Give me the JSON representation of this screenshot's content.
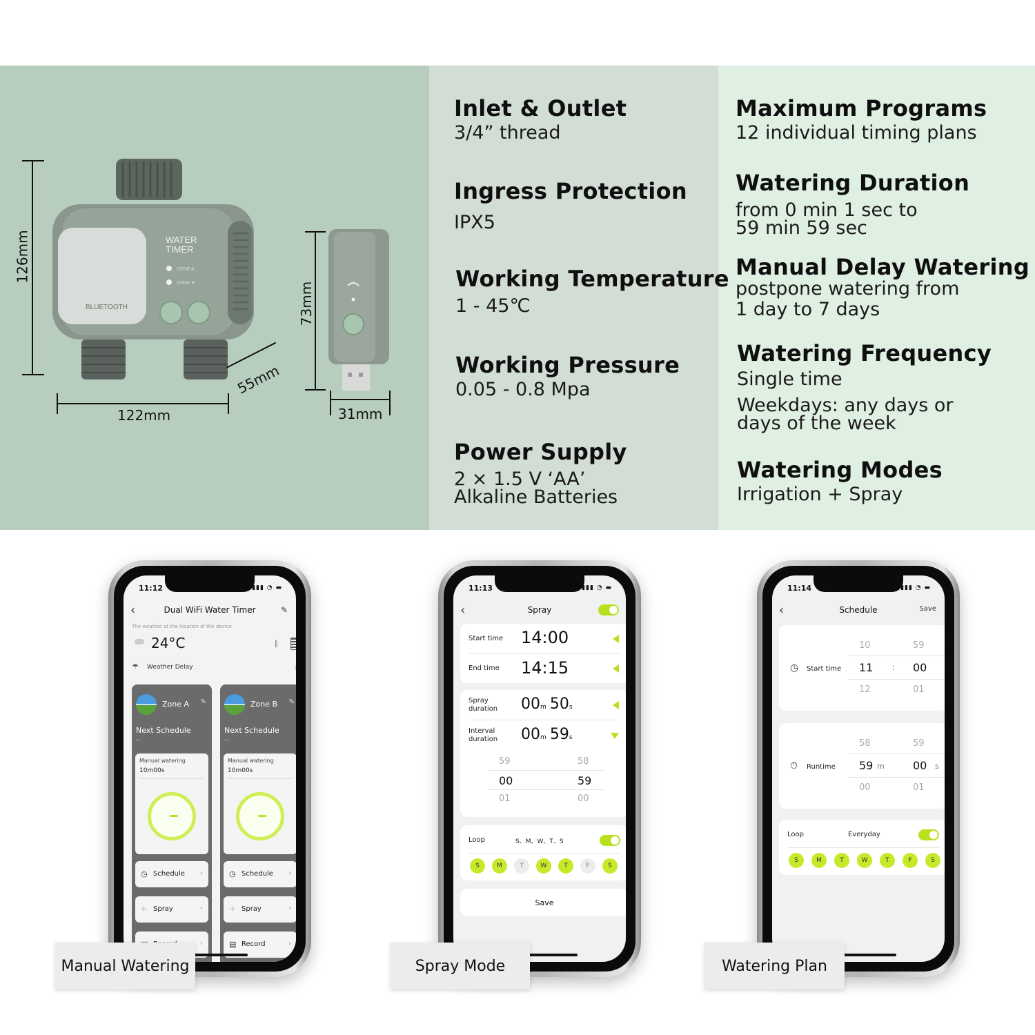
{
  "device_dimensions": {
    "height": "126mm",
    "width": "122mm",
    "depth": "55mm",
    "gateway_height": "73mm",
    "gateway_width": "31mm",
    "label_water": "WATER",
    "label_timer": "TIMER",
    "label_zone_a": "ZONE A",
    "label_zone_b": "ZONE B",
    "label_bluetooth": "BLUETOOTH"
  },
  "specs_left": [
    {
      "title": "Inlet & Outlet",
      "lines": [
        "3/4” thread"
      ]
    },
    {
      "title": "Ingress Protection",
      "lines": [
        "IPX5"
      ]
    },
    {
      "title": "Working Temperature",
      "lines": [
        "1 - 45℃"
      ]
    },
    {
      "title": "Working Pressure",
      "lines": [
        "0.05 - 0.8 Mpa"
      ]
    },
    {
      "title": "Power Supply",
      "lines": [
        "2 × 1.5 V ‘AA’",
        "Alkaline Batteries"
      ]
    }
  ],
  "specs_right": [
    {
      "title": "Maximum Programs",
      "lines": [
        "12 individual timing plans"
      ]
    },
    {
      "title": "Watering Duration",
      "lines": [
        "from 0 min 1 sec to",
        "59 min 59 sec"
      ]
    },
    {
      "title": "Manual Delay Watering",
      "lines": [
        "postpone watering from",
        "1 day to 7 days"
      ]
    },
    {
      "title": "Watering Frequency",
      "lines": [
        "Single time",
        "Weekdays: any days or",
        "days of the week"
      ]
    },
    {
      "title": "Watering Modes",
      "lines": [
        "Irrigation + Spray"
      ]
    }
  ],
  "phone_manual": {
    "status_time": "11:12",
    "title": "Dual WiFi Water Timer",
    "weather_note": "The weather at the location of the device",
    "temperature": "24°C",
    "weather_delay": "Weather Delay",
    "zones": [
      {
        "name": "Zone A",
        "next": "Next Schedule",
        "next_value": "--",
        "manual_label": "Manual watering",
        "manual_value": "10m00s",
        "schedule": "Schedule",
        "spray": "Spray",
        "record": "Record"
      },
      {
        "name": "Zone B",
        "next": "Next Schedule",
        "next_value": "--",
        "manual_label": "Manual watering",
        "manual_value": "10m00s",
        "schedule": "Schedule",
        "spray": "Spray",
        "record": "Record"
      }
    ]
  },
  "phone_spray": {
    "status_time": "11:13",
    "title": "Spray",
    "start_label": "Start time",
    "start_value": "14:00",
    "end_label": "End time",
    "end_value": "14:15",
    "spray_label_1": "Spray",
    "spray_label_2": "duration",
    "spray_min": "00",
    "spray_sec": "50",
    "interval_label_1": "Interval",
    "interval_label_2": "duration",
    "interval_min": "00",
    "interval_sec": "59",
    "unit_m": "m",
    "unit_s": "s",
    "picker_left": [
      "59",
      "00",
      "01"
    ],
    "picker_right": [
      "58",
      "59",
      "00"
    ],
    "loop_label": "Loop",
    "loop_days": "S、M、W、T、S",
    "days": [
      {
        "d": "S",
        "on": true
      },
      {
        "d": "M",
        "on": true
      },
      {
        "d": "T",
        "on": false
      },
      {
        "d": "W",
        "on": true
      },
      {
        "d": "T",
        "on": true
      },
      {
        "d": "F",
        "on": false
      },
      {
        "d": "S",
        "on": true
      }
    ],
    "save": "Save"
  },
  "phone_schedule": {
    "status_time": "11:14",
    "title": "Schedule",
    "save": "Save",
    "start_label": "Start time",
    "start_hours": [
      "10",
      "11",
      "12"
    ],
    "start_minutes": [
      "59",
      "00",
      "01"
    ],
    "runtime_label": "Runtime",
    "run_minutes": [
      "58",
      "59",
      "00"
    ],
    "run_seconds": [
      "59",
      "00",
      "01"
    ],
    "unit_m": "m",
    "unit_s": "s",
    "loop_label": "Loop",
    "loop_value": "Everyday",
    "days": [
      "S",
      "M",
      "T",
      "W",
      "T",
      "F",
      "S"
    ]
  },
  "captions": {
    "manual": "Manual Watering",
    "spray": "Spray Mode",
    "plan": "Watering Plan"
  },
  "colors": {
    "band_left": "#b7cebe",
    "band_mid": "#d2ddd5",
    "band_right": "#dfefe2",
    "accent": "#b9e01f"
  }
}
